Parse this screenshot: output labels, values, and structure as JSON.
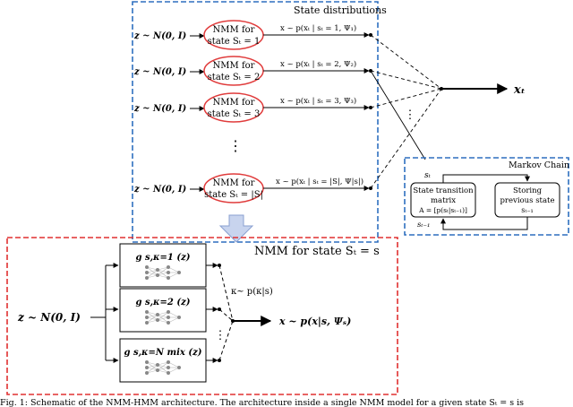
{
  "state_distributions": {
    "title": "State distributions",
    "nodes": [
      {
        "input": "z ~ N(0, I)",
        "model_line1": "NMM for",
        "model_line2": "state Sₜ = 1",
        "output": "x ~ p(xₜ | sₜ = 1, Ψ₁)"
      },
      {
        "input": "z ~ N(0, I)",
        "model_line1": "NMM for",
        "model_line2": "state Sₜ = 2",
        "output": "x ~ p(xₜ | sₜ = 2, Ψ₂)"
      },
      {
        "input": "z ~ N(0, I)",
        "model_line1": "NMM for",
        "model_line2": "state Sₜ = 3",
        "output": "x ~ p(xₜ | sₜ = 3, Ψ₃)"
      },
      {
        "input": "z ~ N(0, I)",
        "model_line1": "NMM for",
        "model_line2": "state Sₜ = |S|",
        "output": "x ~ p(xₜ | sₜ = |S|, Ψ|s|)"
      }
    ],
    "ellipsis_vertical": "⋮",
    "output_label": "xₜ"
  },
  "markov_chain": {
    "title": "Markov Chain",
    "st_label": "sₜ",
    "transition_line1": "State transition",
    "transition_line2": "matrix",
    "transition_line3": "A = [p(sₜ|sₜ₋₁)]",
    "storing_line1": "Storing",
    "storing_line2": "previous state",
    "storing_line3": "sₜ₋₁",
    "feedback_label": "sₜ₋₁"
  },
  "nmm_detail": {
    "title": "NMM for state Sₜ = s",
    "input": "z ~ N(0, I)",
    "components": [
      {
        "label": "g s,κ=1 (z)"
      },
      {
        "label": "g s,κ=2 (z)"
      },
      {
        "label": "g s,κ=N mix (z)"
      }
    ],
    "kappa_label": "κ~ p(κ|s)",
    "output": "x ~ p(x|s, Ψₛ)",
    "ellipsis_vertical": "⋮"
  },
  "caption": "Fig. 1: Schematic of the NMM-HMM architecture. The architecture inside a single NMM model for a given state Sₜ = s is",
  "colors": {
    "blue_dashed": "#2e6fbf",
    "red_dashed": "#e03030",
    "red_ellipse": "#e03c3c",
    "arrow_fill": "#c8d4ee"
  }
}
